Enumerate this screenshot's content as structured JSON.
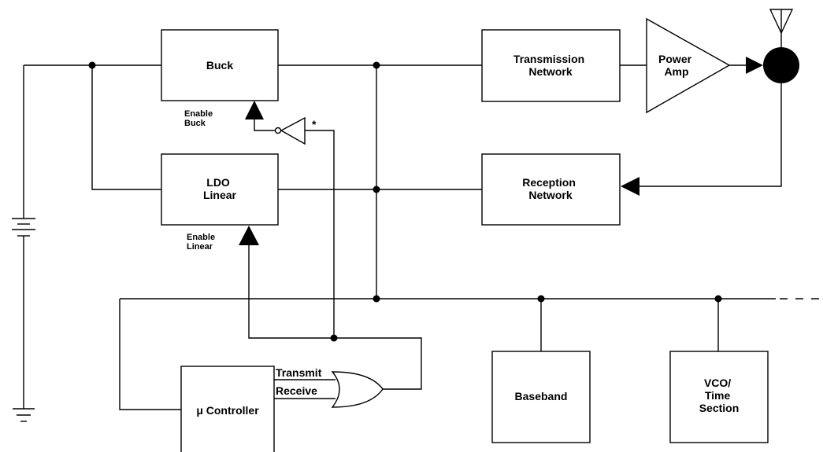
{
  "blocks": {
    "buck": [
      "Buck"
    ],
    "ldo": [
      "LDO",
      "Linear"
    ],
    "transmission": [
      "Transmission",
      "Network"
    ],
    "reception": [
      "Reception",
      "Network"
    ],
    "power_amp": [
      "Power",
      "Amp"
    ],
    "controller": [
      "μ Controller"
    ],
    "baseband": [
      "Baseband"
    ],
    "vco": [
      "VCO/",
      "Time",
      "Section"
    ]
  },
  "labels": {
    "enable_buck": [
      "Enable",
      "Buck"
    ],
    "enable_linear": [
      "Enable",
      "Linear"
    ],
    "transmit": "Transmit",
    "receive": "Receive",
    "inverter_note": "*"
  }
}
